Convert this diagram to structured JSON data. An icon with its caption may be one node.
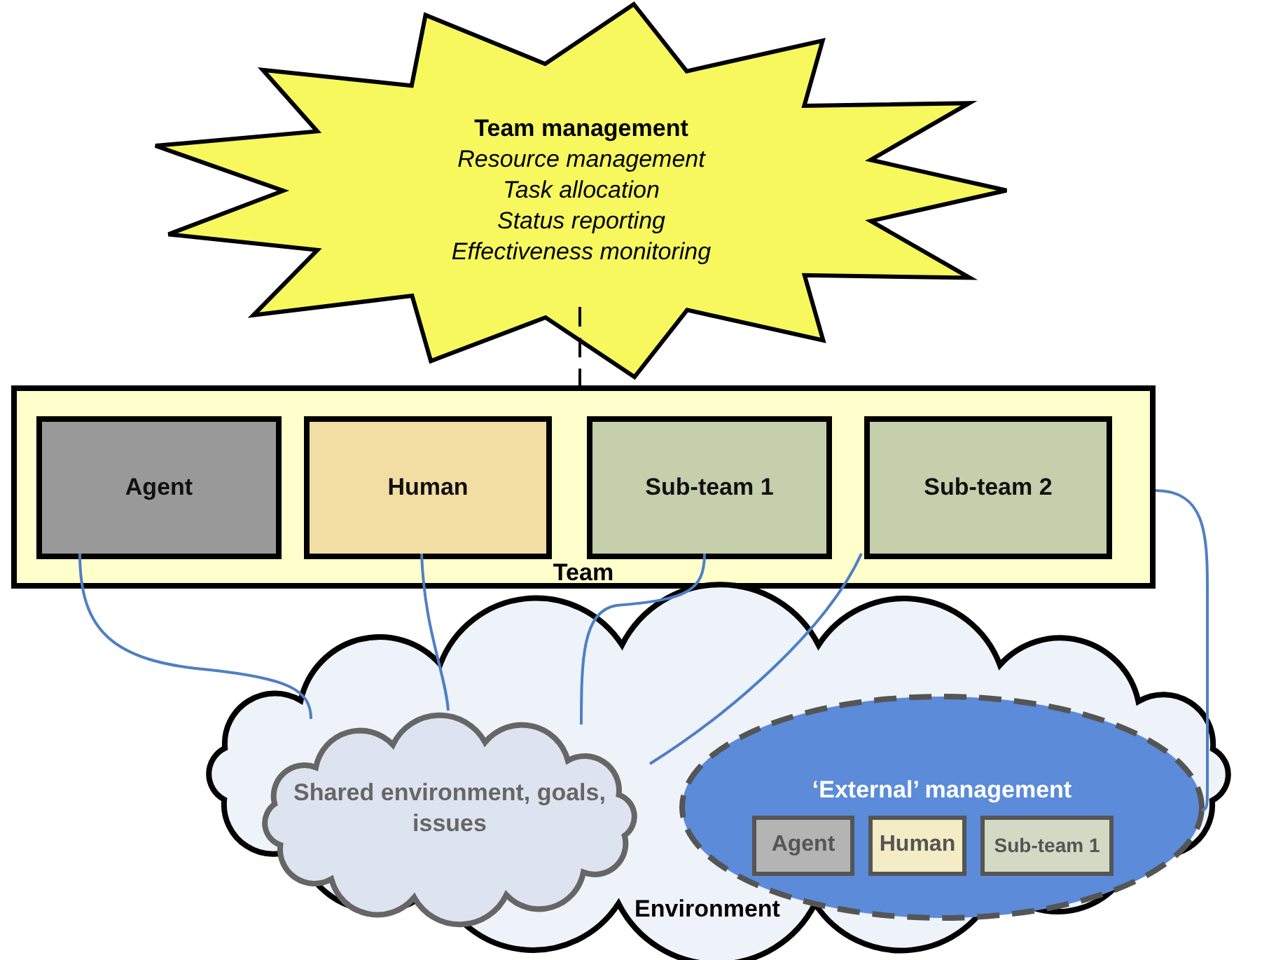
{
  "diagram": {
    "nodes": [
      {
        "text": [
          "Team management",
          "Resource management",
          "Task allocation",
          "Status reporting",
          "Effectiveness monitoring"
        ]
      },
      {
        "text": [
          "Team"
        ]
      },
      {
        "text": [
          "Agent"
        ],
        "in": 1
      },
      {
        "text": [
          "Human"
        ],
        "in": 1
      },
      {
        "text": [
          "Sub-team 1"
        ],
        "in": 1
      },
      {
        "text": [
          "Sub-team 2"
        ],
        "in": 1
      },
      {
        "text": [
          "Environment"
        ]
      },
      {
        "text": [
          "Shared environment, goals, issues"
        ],
        "in": 6
      },
      {
        "text": [
          "‘External’ management"
        ],
        "in": 6
      },
      {
        "text": [
          "Agent"
        ],
        "in": 8
      },
      {
        "text": [
          "Human"
        ],
        "in": 8
      },
      {
        "text": [
          "Sub-team 1"
        ],
        "in": 8
      }
    ],
    "edges": [
      {
        "from": 0,
        "to": 1,
        "arrow": "none",
        "style": "dashed",
        "color": "#000000"
      },
      {
        "from": 2,
        "to": 7,
        "arrow": "none"
      },
      {
        "from": 3,
        "to": 7,
        "arrow": "none"
      },
      {
        "from": 4,
        "to": 7,
        "arrow": "none"
      },
      {
        "from": 5,
        "to": 7,
        "arrow": "none"
      },
      {
        "from": 1,
        "to": 8,
        "arrow": "none"
      }
    ]
  }
}
